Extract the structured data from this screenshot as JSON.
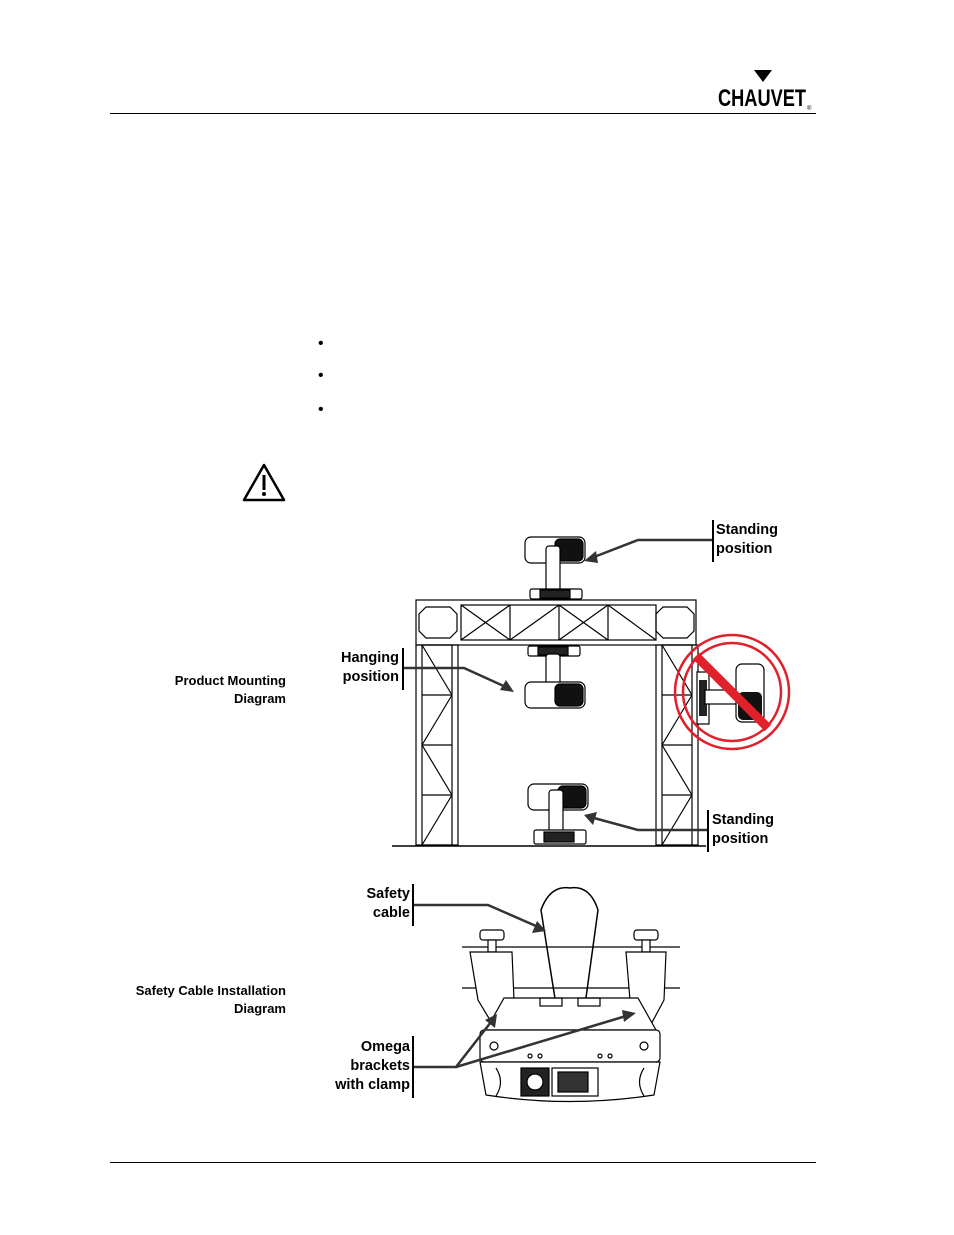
{
  "header": {
    "logo_text": "CHAUVET"
  },
  "bullets": [
    "",
    "",
    ""
  ],
  "mounting_diagram": {
    "caption_line1": "Product Mounting",
    "caption_line2": "Diagram",
    "standing_top": {
      "line1": "Standing",
      "line2": "position"
    },
    "hanging": {
      "line1": "Hanging",
      "line2": "position"
    },
    "standing_bottom": {
      "line1": "Standing",
      "line2": "position"
    }
  },
  "safety_diagram": {
    "caption_line1": "Safety Cable Installation",
    "caption_line2": "Diagram",
    "safety_cable": {
      "line1": "Safety",
      "line2": "cable"
    },
    "omega": {
      "line1": "Omega",
      "line2": "brackets",
      "line3": "with clamp"
    }
  },
  "colors": {
    "prohibit": "#e0202a",
    "ink": "#000000"
  }
}
